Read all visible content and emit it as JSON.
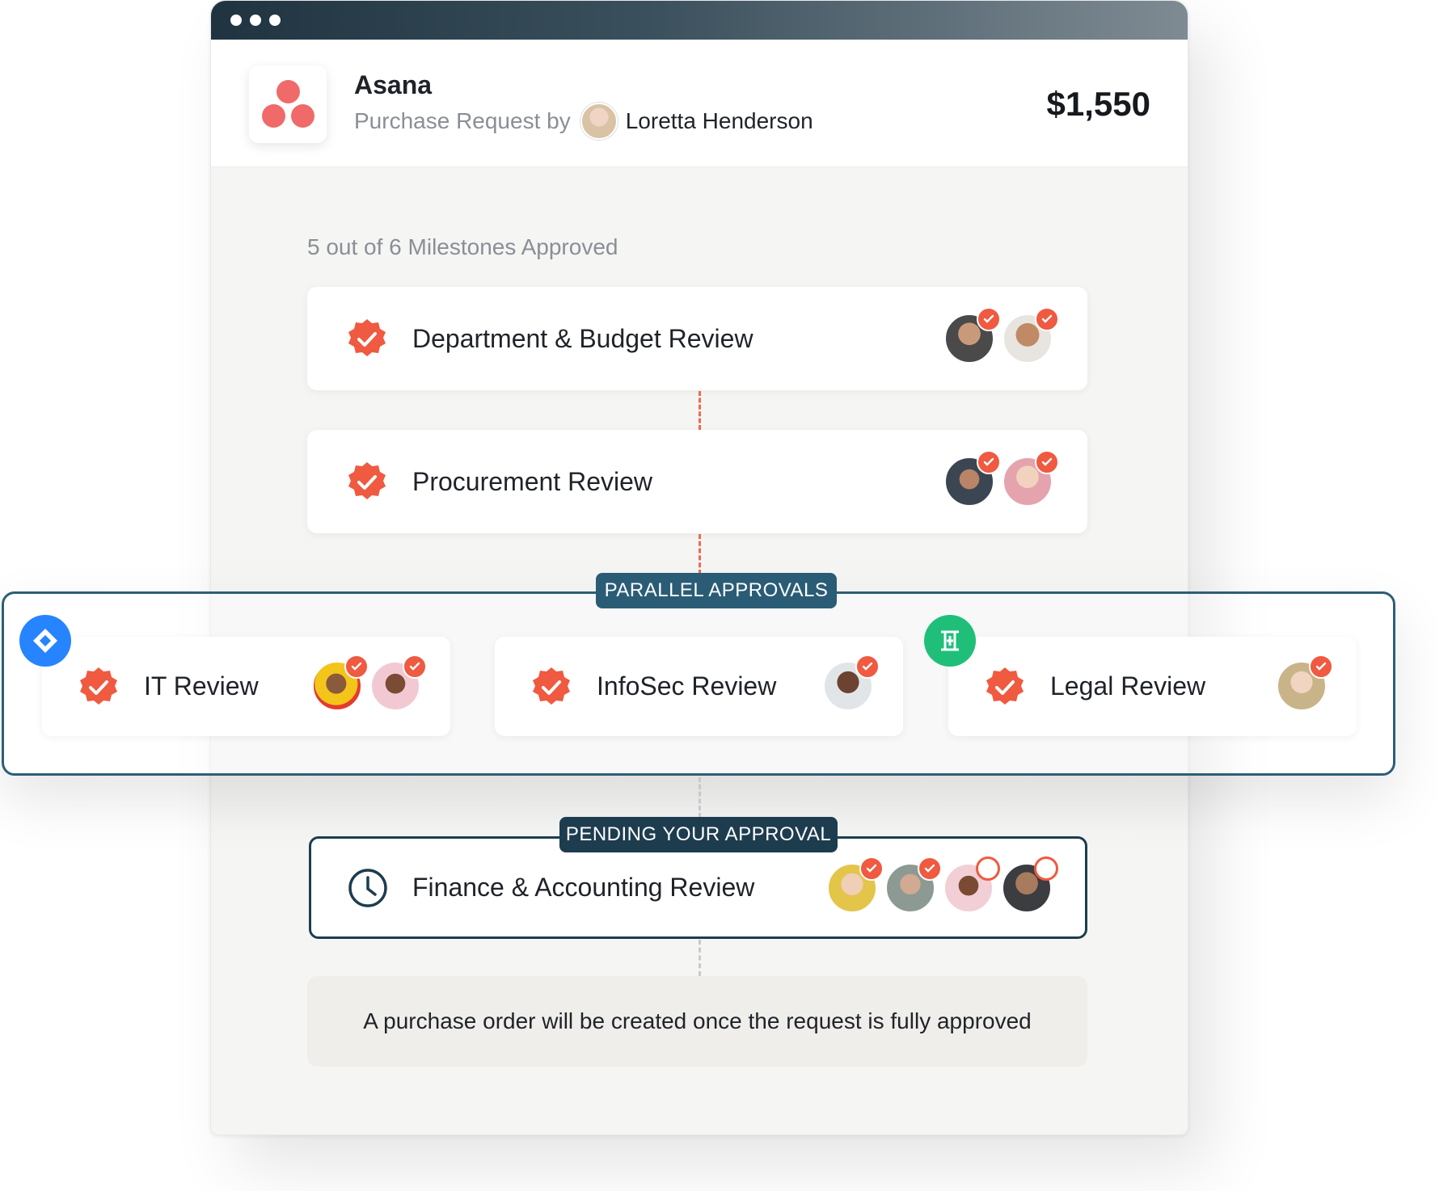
{
  "header": {
    "app_name": "Asana",
    "request_label": "Purchase Request by",
    "requester_name": "Loretta Henderson",
    "amount": "$1,550"
  },
  "progress": {
    "text": "5 out of 6 Milestones Approved",
    "approved": 5,
    "total": 6
  },
  "milestones": [
    {
      "label": "Department & Budget Review",
      "status": "approved",
      "approvers": [
        "approved",
        "approved"
      ]
    },
    {
      "label": "Procurement Review",
      "status": "approved",
      "approvers": [
        "approved",
        "approved"
      ]
    }
  ],
  "parallel": {
    "title": "PARALLEL APPROVALS",
    "items": [
      {
        "label": "IT Review",
        "integration_icon": "jira-icon",
        "status": "approved",
        "approvers": [
          "approved",
          "approved"
        ]
      },
      {
        "label": "InfoSec Review",
        "status": "approved",
        "approvers": [
          "approved"
        ]
      },
      {
        "label": "Legal Review",
        "integration_icon": "ironclad-icon",
        "status": "approved",
        "approvers": [
          "approved"
        ]
      }
    ]
  },
  "pending": {
    "title": "PENDING YOUR APPROVAL",
    "label": "Finance & Accounting Review",
    "status": "pending",
    "approvers": [
      "approved",
      "approved",
      "pending",
      "pending"
    ]
  },
  "footer": {
    "note": "A purchase order will be created once the request is fully approved"
  },
  "colors": {
    "accent": "#ef5a40",
    "brand_logo": "#f06a6a",
    "parallel_border": "#2d5e78",
    "pending_border": "#1d3d4f",
    "jira": "#2684ff",
    "ironclad": "#1fbf7a"
  }
}
